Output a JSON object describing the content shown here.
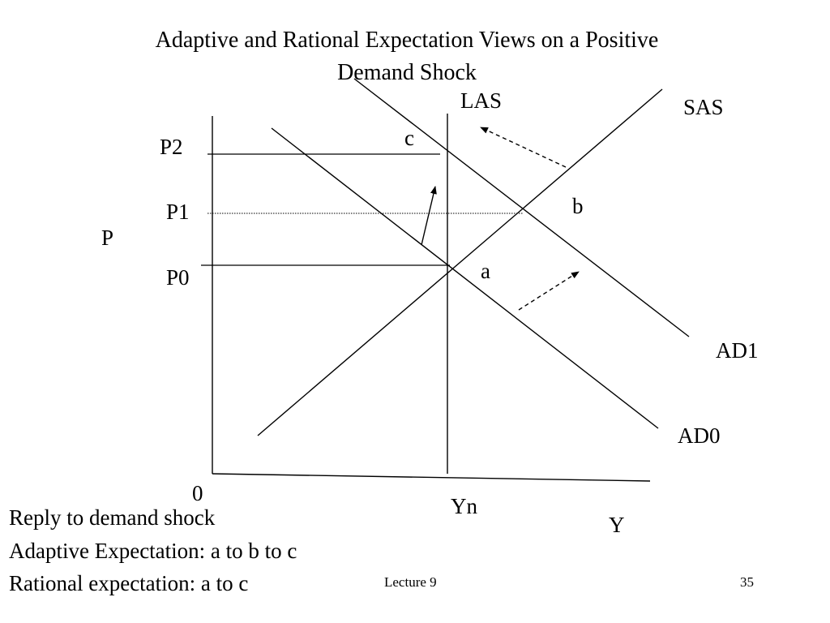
{
  "title": {
    "line1": "Adaptive and Rational Expectation Views on a Positive",
    "line2": "Demand Shock"
  },
  "diagram": {
    "curves": {
      "las": "LAS",
      "sas": "SAS",
      "ad1": "AD1",
      "ad0": "AD0"
    },
    "axes": {
      "y_label": "P",
      "x_label": "Y",
      "origin": "0",
      "yn": "Yn"
    },
    "price_levels": {
      "p2": "P2",
      "p1": "P1",
      "p0": "P0"
    },
    "points": {
      "a": "a",
      "b": "b",
      "c": "c"
    }
  },
  "notes": [
    "Reply to demand shock",
    "Adaptive Expectation: a to b to c",
    "Rational expectation: a to c"
  ],
  "footer": {
    "lecture": "Lecture 9",
    "page": "35"
  }
}
